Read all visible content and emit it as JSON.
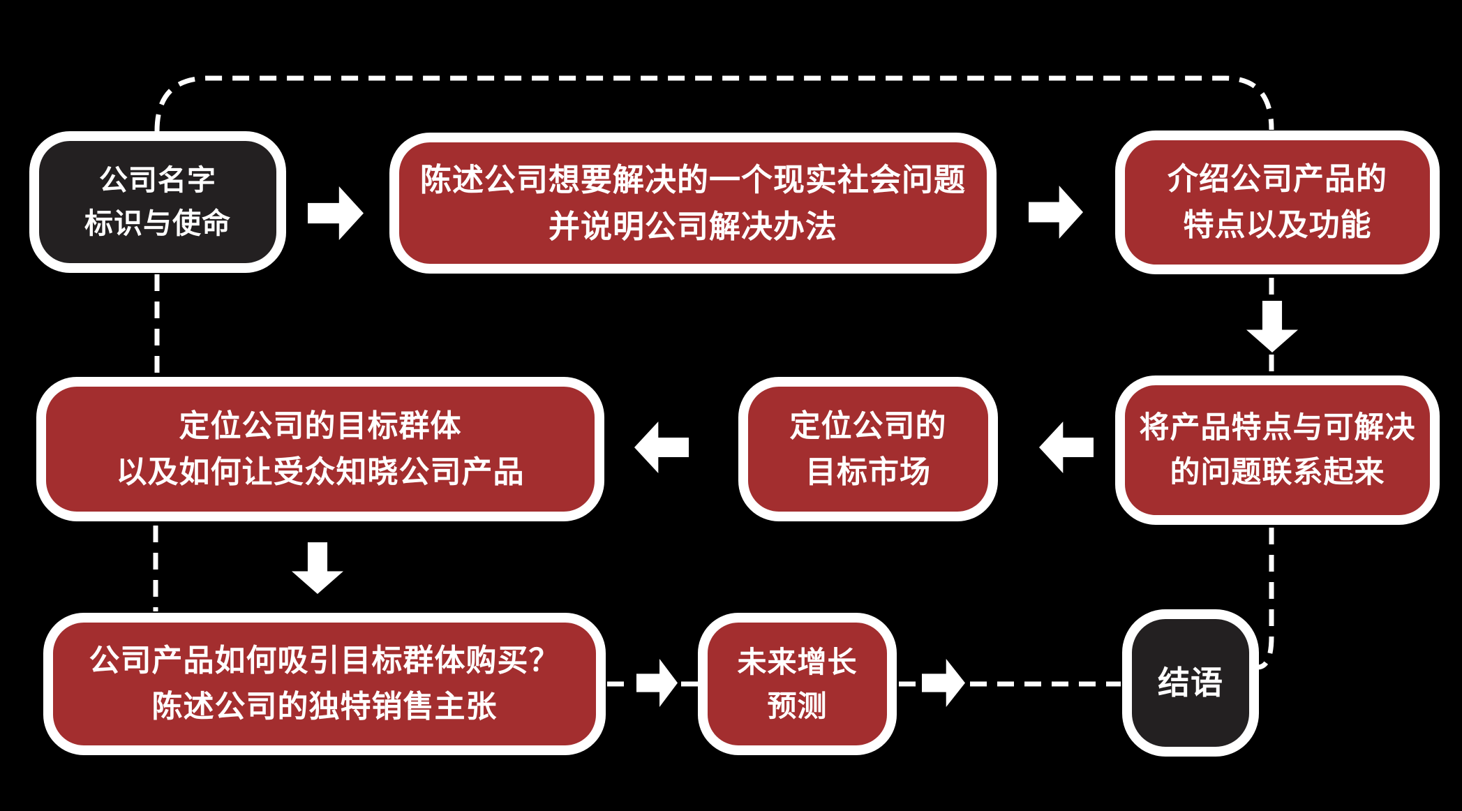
{
  "flowchart": {
    "colors": {
      "background": "#000000",
      "node_red": "#A32E2F",
      "node_dark": "#232021",
      "node_border": "#FFFFFF",
      "text": "#FFFFFF",
      "connector": "#FFFFFF"
    },
    "nodes": [
      {
        "id": "company-name",
        "lines": [
          "公司名字",
          "标识与使命"
        ]
      },
      {
        "id": "problem-and-solution",
        "lines": [
          "陈述公司想要解决的一个现实社会问题",
          "并说明公司解决办法"
        ]
      },
      {
        "id": "product-features",
        "lines": [
          "介绍公司产品的",
          "特点以及功能"
        ]
      },
      {
        "id": "target-audience",
        "lines": [
          "定位公司的目标群体",
          "以及如何让受众知晓公司产品"
        ]
      },
      {
        "id": "target-market",
        "lines": [
          "定位公司的",
          "目标市场"
        ]
      },
      {
        "id": "feature-problem-link",
        "lines": [
          "将产品特点与可解决",
          "的问题联系起来"
        ]
      },
      {
        "id": "unique-selling-point",
        "lines": [
          "公司产品如何吸引目标群体购买？",
          "陈述公司的独特销售主张"
        ]
      },
      {
        "id": "growth-forecast",
        "lines": [
          "未来增长",
          "预测"
        ]
      },
      {
        "id": "conclusion",
        "lines": [
          "结语"
        ]
      }
    ]
  }
}
